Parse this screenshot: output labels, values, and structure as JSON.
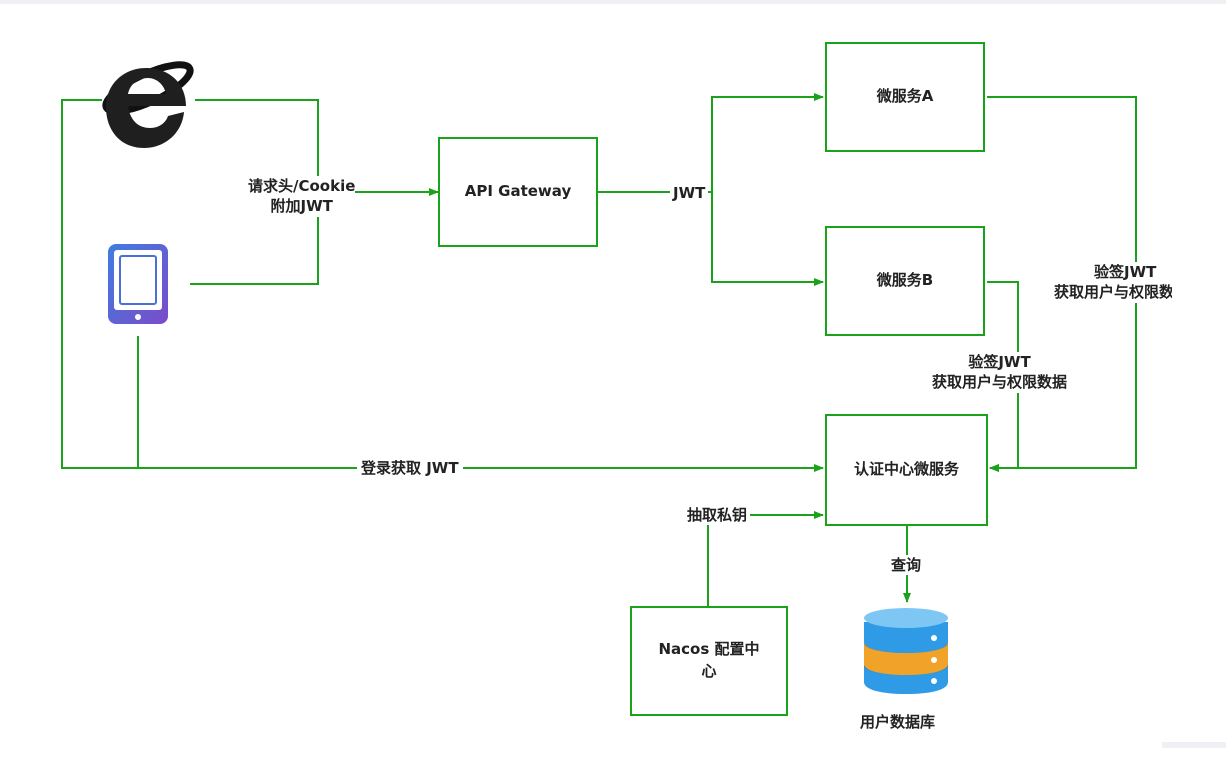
{
  "colors": {
    "line": "#1aa31a",
    "text": "#222222"
  },
  "nodes": {
    "gateway": "API Gateway",
    "service_a": "微服务A",
    "service_b": "微服务B",
    "auth": "认证中心微服务",
    "nacos_line1": "Nacos 配置中",
    "nacos_line2": "心",
    "db": "用户数据库"
  },
  "edges": {
    "client_to_gateway_line1": "请求头/Cookie",
    "client_to_gateway_line2": "附加JWT",
    "gateway_to_services": "JWT",
    "login": "登录获取 JWT",
    "fetch_key": "抽取私钥",
    "query": "查询",
    "verify_b_line1": "验签JWT",
    "verify_b_line2": "获取用户与权限数据",
    "verify_a_line1": "验签JWT",
    "verify_a_line2": "获取用户与权限数据"
  },
  "icons": {
    "browser": "internet-explorer-icon",
    "tablet": "tablet-icon",
    "database": "database-icon"
  }
}
